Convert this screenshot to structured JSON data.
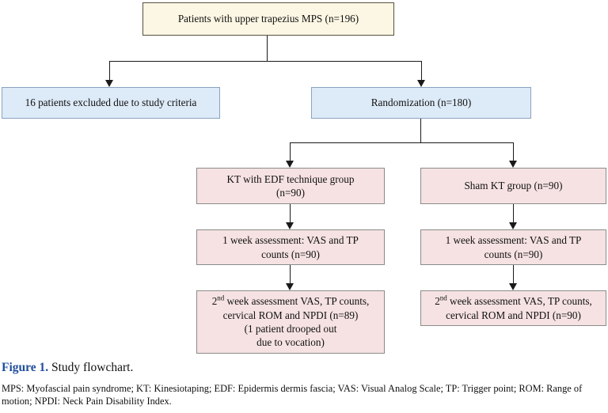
{
  "figure": {
    "number_label": "Figure 1.",
    "caption": " Study flowchart.",
    "footnote": "MPS: Myofascial pain syndrome; KT: Kinesiotaping; EDF: Epidermis dermis fascia; VAS: Visual Analog Scale; TP: Trigger point; ROM: Range of motion; NPDI: Neck Pain Disability Index."
  },
  "colors": {
    "cream_fill": "#fcf7e4",
    "cream_border": "#55513f",
    "blue_fill": "#ddeaf8",
    "blue_border": "#8ba3bf",
    "pink_fill": "#f6e2e2",
    "pink_border": "#8b8b8b",
    "connector": "#1a1a1a",
    "figure_number_color": "#1f4e9c"
  },
  "flowchart": {
    "type": "study-flow-diagram",
    "nodes": {
      "enrollment": "Patients with upper trapezius MPS (n=196)",
      "excluded": "16 patients excluded due to study criteria",
      "randomization": "Randomization (n=180)",
      "group_kt_title_line1": "KT with EDF technique group",
      "group_kt_title_line2": "(n=90)",
      "group_sham_title": "Sham KT group (n=90)",
      "kt_week1_line1": "1 week assessment: VAS and TP",
      "kt_week1_line2": "counts (n=90)",
      "sham_week1_line1": "1 week assessment: VAS and TP",
      "sham_week1_line2": "counts (n=90)",
      "kt_week2_line1_pre": "2",
      "kt_week2_line1_sup": "nd",
      "kt_week2_line1_post": " week assessment VAS, TP counts,",
      "kt_week2_line2": "cervical ROM and NPDI (n=89)",
      "kt_week2_line3": "(1 patient drooped out",
      "kt_week2_line4": "due to vocation)",
      "sham_week2_line1_pre": "2",
      "sham_week2_line1_sup": "nd",
      "sham_week2_line1_post": " week assessment VAS, TP counts,",
      "sham_week2_line2": "cervical ROM and NPDI (n=90)"
    },
    "counts": {
      "screened": 196,
      "excluded": 16,
      "randomized": 180,
      "kt_group": 90,
      "sham_group": 90,
      "kt_week1": 90,
      "sham_week1": 90,
      "kt_week2": 89,
      "sham_week2": 90,
      "kt_dropouts": 1
    }
  }
}
